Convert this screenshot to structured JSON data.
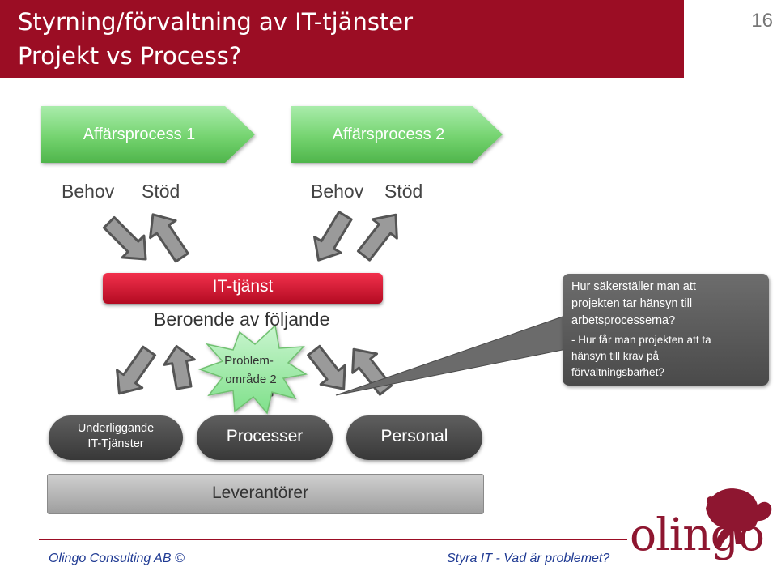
{
  "header": {
    "title_line1": "Styrning/förvaltning av IT-tjänster",
    "title_line2": "Projekt vs Process?",
    "page_number": "16"
  },
  "business_processes": [
    {
      "label": "Affärsprocess 1"
    },
    {
      "label": "Affärsprocess 2"
    }
  ],
  "need_support_labels": [
    "Behov",
    "Stöd",
    "Behov",
    "Stöd"
  ],
  "it_service": {
    "title": "IT-tjänst",
    "subtitle": "Beroende av följande"
  },
  "problem_burst": {
    "line1": "Problem-",
    "line2": "område 2"
  },
  "callout": {
    "lines": [
      "Hur säkerställer man att",
      "projekten tar hänsyn till",
      "arbetsprocesserna?",
      "- Hur får man projekten att ta",
      "hänsyn till krav på",
      "förvaltningsbarhet?"
    ]
  },
  "foundations": {
    "underlying_line1": "Underliggande",
    "underlying_line2": "IT-Tjänster",
    "processes": "Processer",
    "personnel": "Personal",
    "suppliers": "Leverantörer"
  },
  "footer": {
    "left": "Olingo Consulting AB ©",
    "right": "Styra IT - Vad är problemet?"
  },
  "logo": {
    "text": "olingo"
  },
  "colors": {
    "brand_red": "#9b0d24",
    "process_green": "#7ed67a",
    "it_red": "#e8203b",
    "pill_gray": "#4a4a4a",
    "footer_blue": "#1f3a93"
  }
}
